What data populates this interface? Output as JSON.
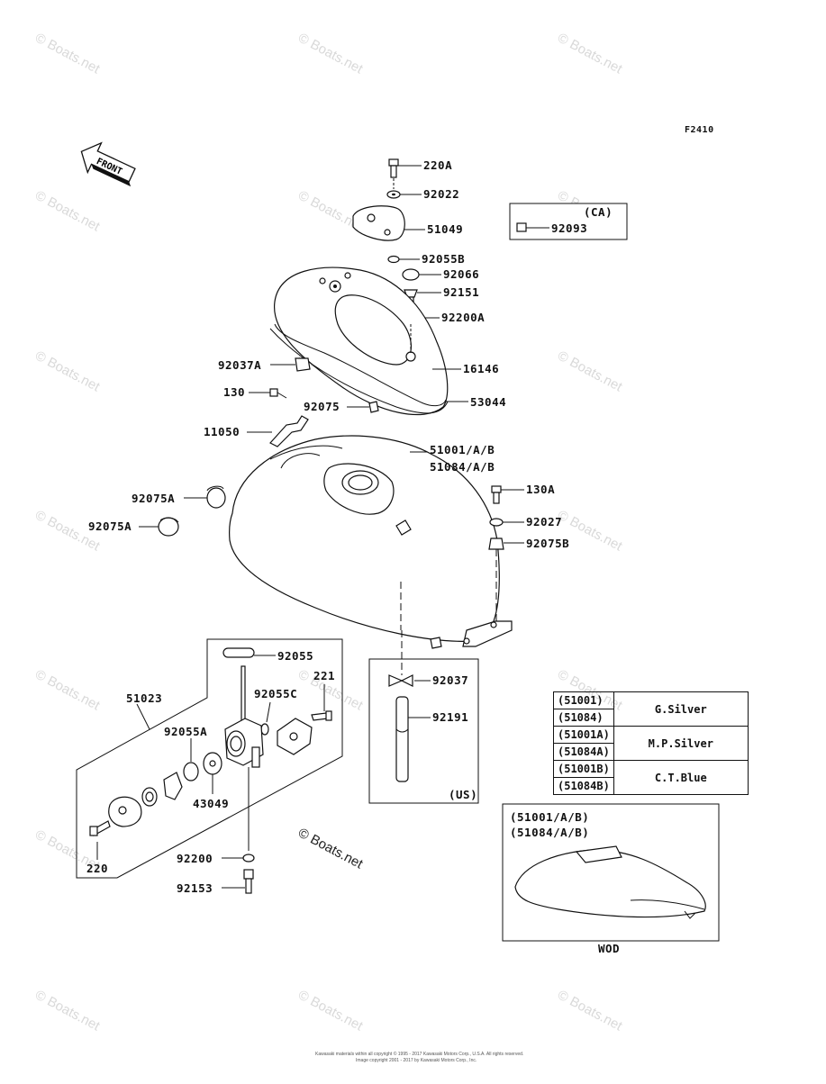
{
  "diagram": {
    "figure_id": "F2410",
    "front_label": "FRONT",
    "parts": {
      "p220A": "220A",
      "p92022": "92022",
      "p51049": "51049",
      "p92055B": "92055B",
      "p92066": "92066",
      "p92151": "92151",
      "p92200A": "92200A",
      "p16146": "16146",
      "p53044": "53044",
      "p92037A": "92037A",
      "p130": "130",
      "p92075": "92075",
      "p11050": "11050",
      "p51001": "51001/A/B",
      "p51084": "51084/A/B",
      "p92075A_1": "92075A",
      "p92075A_2": "92075A",
      "p130A": "130A",
      "p92027": "92027",
      "p92075B": "92075B",
      "p92055": "92055",
      "p51023": "51023",
      "p221": "221",
      "p92055C": "92055C",
      "p92055A": "92055A",
      "p43049": "43049",
      "p220": "220",
      "p92200": "92200",
      "p92153": "92153",
      "p92037": "92037",
      "p92191": "92191",
      "p92093": "92093"
    },
    "ca_box": {
      "title": "(CA)"
    },
    "us_box": {
      "title": "(US)"
    },
    "color_table": [
      {
        "parts": [
          "(51001)",
          "(51084)"
        ],
        "color": "G.Silver"
      },
      {
        "parts": [
          "(51001A)",
          "(51084A)"
        ],
        "color": "M.P.Silver"
      },
      {
        "parts": [
          "(51001B)",
          "(51084B)"
        ],
        "color": "C.T.Blue"
      }
    ],
    "wod_box": {
      "line1": "(51001/A/B)",
      "line2": "(51084/A/B)",
      "caption": "WOD"
    },
    "watermark": "© Boats.net",
    "copyright_line1": "Kawasaki materials within all copyright © 1995 - 2017 Kawasaki Motors Corp., U.S.A. All rights reserved.",
    "copyright_line2": "Image copyright 2001 - 2017 by Kawasaki Motors Corp., Inc."
  }
}
